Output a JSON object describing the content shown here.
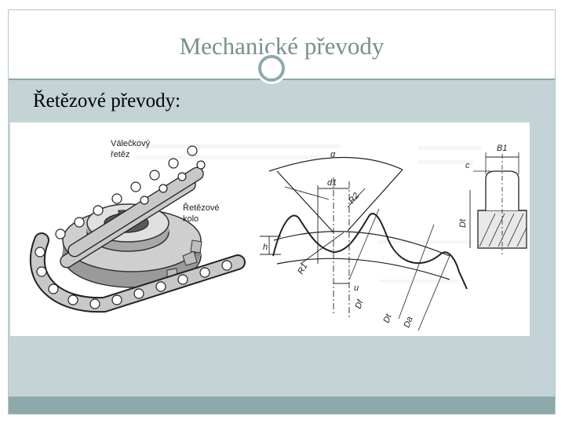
{
  "slide": {
    "title": "Mechanické převody",
    "subtitle": "Řetězové převody:"
  },
  "figure": {
    "labels": {
      "chain": [
        "Válečkový",
        "řetěz"
      ],
      "sprocket": [
        "Řetězové",
        "kolo"
      ]
    },
    "dimensions": [
      "α",
      "d1",
      "R2",
      "h",
      "R1",
      "u",
      "Df",
      "Dt",
      "Da",
      "B1",
      "c",
      "Dt"
    ]
  },
  "colors": {
    "accent": "#8ea9ab",
    "content_bg": "#c4d3d5",
    "title_text": "#7a8f8a"
  }
}
